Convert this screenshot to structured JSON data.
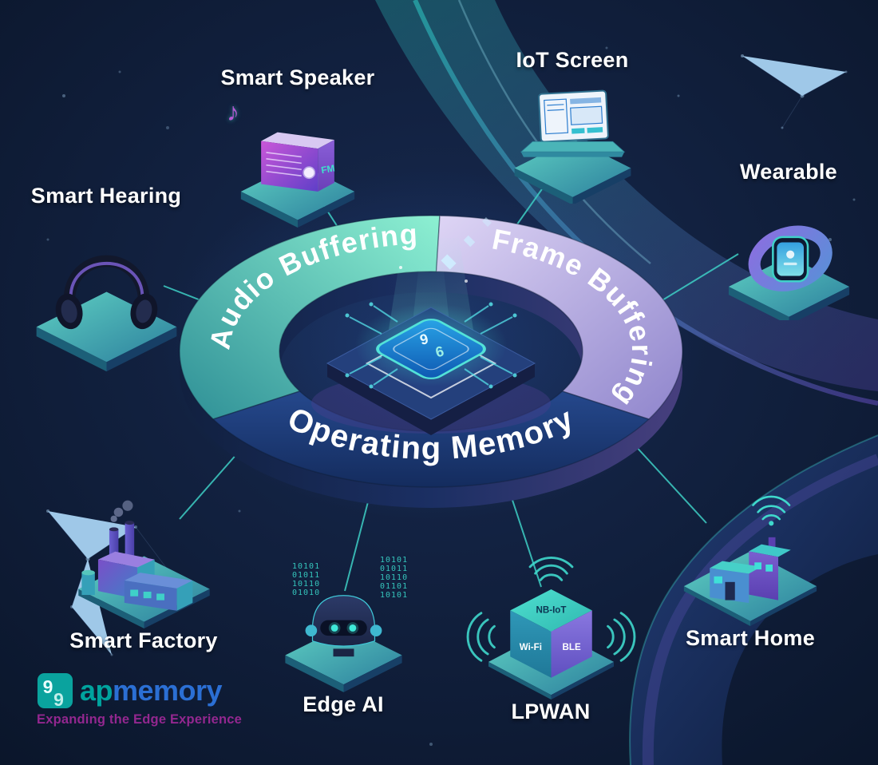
{
  "colors": {
    "background": "#0c1a33",
    "accent_teal": "#3fd0c8",
    "ring_audio": "#5fd8c0",
    "ring_frame": "#b9a7e6",
    "ring_operating": "#1c3a72",
    "logo_teal": "#00a39e",
    "logo_blue": "#2b6fd4",
    "tagline_purple": "#93278f"
  },
  "ring": {
    "labels": {
      "audio": "Audio Buffering",
      "frame": "Frame Buffering",
      "operating": "Operating Memory"
    }
  },
  "devices": [
    {
      "id": "smart-hearing",
      "label": "Smart Hearing"
    },
    {
      "id": "smart-speaker",
      "label": "Smart Speaker",
      "fm": "FM"
    },
    {
      "id": "iot-screen",
      "label": "IoT Screen"
    },
    {
      "id": "wearable",
      "label": "Wearable"
    },
    {
      "id": "smart-factory",
      "label": "Smart Factory"
    },
    {
      "id": "edge-ai",
      "label": "Edge AI",
      "binary_left": "10101\n01011\n10110\n01010",
      "binary_right": "10101\n01011\n10110\n01101\n10101"
    },
    {
      "id": "lpwan",
      "label": "LPWAN",
      "faces": {
        "top": "NB-IoT",
        "left": "Wi-Fi",
        "right": "BLE"
      }
    },
    {
      "id": "smart-home",
      "label": "Smart Home"
    }
  ],
  "icons": {
    "music_note": "♪"
  },
  "logo": {
    "ap": "ap",
    "memory": "memory",
    "tagline": "Expanding the Edge Experience"
  }
}
